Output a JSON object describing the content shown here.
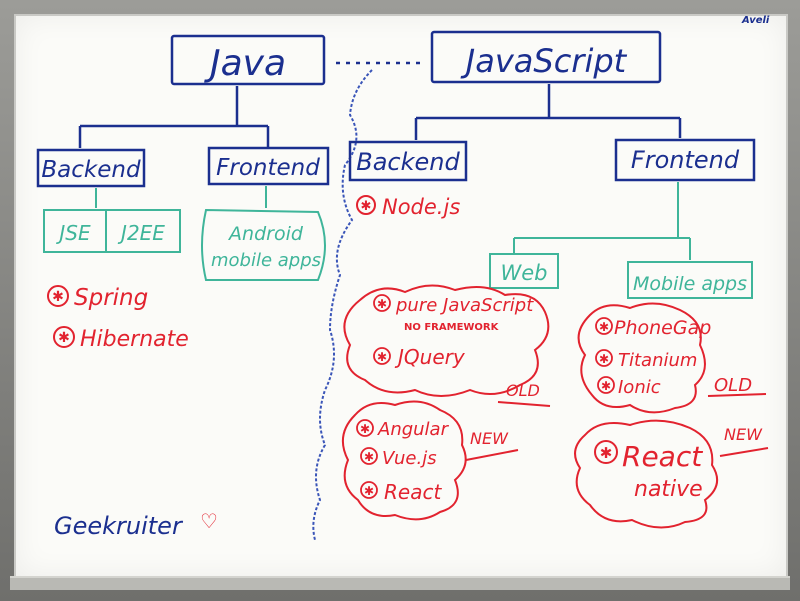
{
  "brand_logo": "Aveli",
  "java": {
    "title": "Java",
    "backend": "Backend",
    "frontend": "Frontend",
    "backend_items": [
      "JSE",
      "J2EE"
    ],
    "frontend_item_line1": "Android",
    "frontend_item_line2": "mobile apps",
    "frameworks": [
      "Spring",
      "Hibernate"
    ]
  },
  "javascript": {
    "title": "JavaScript",
    "backend": "Backend",
    "frontend": "Frontend",
    "backend_item": "Node.js",
    "web": "Web",
    "mobile": "Mobile apps",
    "web_old_items": [
      "pure JavaScript",
      "NO FRAMEWORK",
      "JQuery"
    ],
    "web_new_items": [
      "Angular",
      "Vue.js",
      "React"
    ],
    "mobile_old_items": [
      "PhoneGap",
      "Titanium",
      "Ionic"
    ],
    "mobile_new_line1": "React",
    "mobile_new_line2": "native",
    "old_label": "OLD",
    "new_label": "NEW"
  },
  "signature": "Geekruiter",
  "colors": {
    "blue": "#1b2f8f",
    "green": "#3fb59a",
    "red": "#e2232f",
    "divider": "#3a55b8"
  }
}
